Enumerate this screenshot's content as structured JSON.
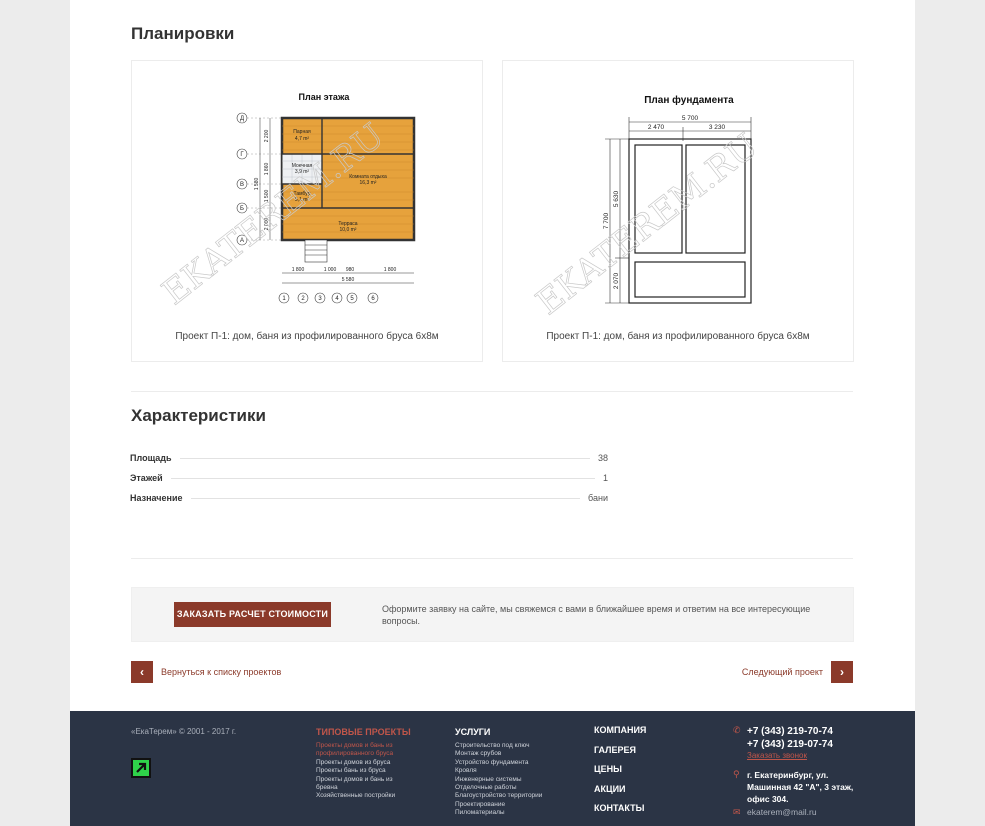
{
  "plans": {
    "title": "Планировки",
    "cards": [
      {
        "caption": "Проект П-1: дом, баня из профилированного бруса 6х8м",
        "plan_title": "План этажа",
        "watermark": "EKATEREM.RU",
        "rooms": [
          {
            "name": "Парная",
            "area": "4,7 m²"
          },
          {
            "name": "Моечная",
            "area": "3,9 m²"
          },
          {
            "name": "Комната отдыха",
            "area": "16,3 m²"
          },
          {
            "name": "Тамбур",
            "area": "5,1 m²"
          },
          {
            "name": "Терраса",
            "area": "10,0 m²"
          }
        ],
        "axes_rows": [
          "Д",
          "Г",
          "В",
          "Б",
          "А"
        ],
        "axes_cols": [
          "1",
          "2",
          "3",
          "4",
          "5",
          "6"
        ],
        "dims_left": [
          "2 200",
          "1 860",
          "1 580",
          "1 500",
          "2 000"
        ],
        "dims_bottom": [
          "1 800",
          "1 000",
          "980",
          "1 800"
        ],
        "dim_total": "5 580"
      },
      {
        "caption": "Проект П-1: дом, баня из профилированного бруса 6х8м",
        "plan_title": "План фундамента",
        "watermark": "EKATEREM.RU",
        "dim_top_total": "5 700",
        "dim_top_left": "2 470",
        "dim_top_right": "3 230",
        "dim_left_total": "7 700",
        "dim_left_a": "5 630",
        "dim_left_b": "2 070"
      }
    ]
  },
  "characteristics": {
    "title": "Характеристики",
    "rows": [
      {
        "label": "Площадь",
        "value": "38"
      },
      {
        "label": "Этажей",
        "value": "1"
      },
      {
        "label": "Назначение",
        "value": "бани"
      }
    ]
  },
  "request": {
    "button": "Заказать расчет стоимости",
    "text": "Оформите заявку на сайте, мы свяжемся с вами в ближайшее время и ответим на все интересующие вопросы."
  },
  "nav": {
    "back": "Вернуться к списку проектов",
    "next": "Следующий проект",
    "back_icon": "chevron-left-icon",
    "next_icon": "chevron-right-icon"
  },
  "footer": {
    "copyright": "«ЕкаТерем» © 2001 - 2017 г.",
    "typical": {
      "title": "Типовые проекты",
      "items": [
        "Проекты домов и бань из",
        "профилированного бруса",
        "Проекты домов из бруса",
        "Проекты бань из бруса",
        "Проекты домов и бань из бревна",
        "Хозяйственные постройки"
      ]
    },
    "services": {
      "title": "Услуги",
      "items": [
        "Строительство под ключ",
        "Монтаж срубов",
        "Устройство фундамента",
        "Кровля",
        "Инженерные системы",
        "Отделочные работы",
        "Благоустройство территории",
        "Проектирование",
        "Пиломатериалы"
      ]
    },
    "menu": [
      "Компания",
      "Галерея",
      "Цены",
      "Акции",
      "Контакты"
    ],
    "contacts": {
      "phone1": "+7 (343) 219-70-74",
      "phone2": "+7 (343) 219-07-74",
      "callback": "Заказать звонок",
      "address": "г. Екатеринбург, ул. Машинная 42 \"А\", 3 этаж, офис 304.",
      "email": "ekaterem@mail.ru"
    },
    "colors": {
      "background": "#2b3445",
      "accent": "#c0564a",
      "button": "#8b3a2a",
      "badge": "#2fd24a"
    }
  }
}
